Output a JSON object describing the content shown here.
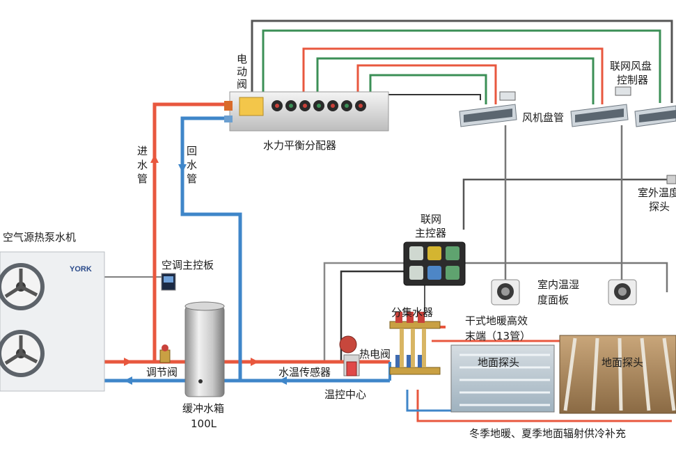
{
  "labels": {
    "electric_valve": [
      "电",
      "动",
      "阀"
    ],
    "hydraulic_distributor": "水力平衡分配器",
    "supply_pipe": [
      "进",
      "水",
      "管"
    ],
    "return_pipe": [
      "回",
      "水",
      "管"
    ],
    "fan_coil": "风机盘管",
    "networked_fan_coil_controller": [
      "联网风盘",
      "控制器"
    ],
    "outdoor_temp_probe": [
      "室外温度",
      "探头"
    ],
    "heat_pump_unit": "空气源热泵水机",
    "ac_main_board": "空调主控板",
    "networked_main_controller": [
      "联网",
      "主控器"
    ],
    "indoor_panel": [
      "室内温湿",
      "度面板"
    ],
    "manifold": "分集水器",
    "dry_floor_heating": [
      "干式地暖高效",
      "末端（13管）"
    ],
    "thermal_valve": "热电阀",
    "floor_probe_left": "地面探头",
    "floor_probe_right": "地面探头",
    "regulating_valve": "调节阀",
    "water_temp_sensor": "水温传感器",
    "thermostat_center": "温控中心",
    "buffer_tank": [
      "缓冲水箱",
      "100L"
    ],
    "caption": "冬季地暖、夏季地面辐射供冷补充",
    "brand": "YORK"
  },
  "colors": {
    "supply": "#e8573e",
    "return": "#3f86c9",
    "signal_green": "#3b8f56",
    "signal_gray": "#555555",
    "cable_dark": "#333333"
  }
}
